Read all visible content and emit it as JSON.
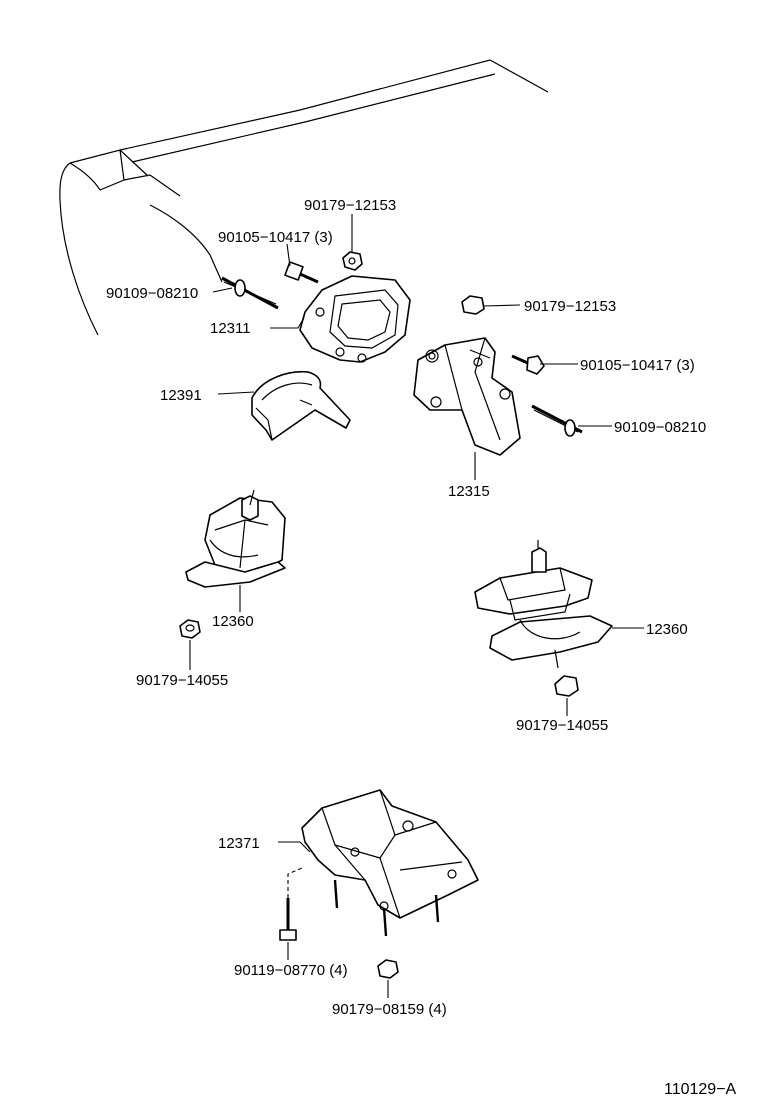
{
  "diagram": {
    "labels": {
      "p90179_12153_top": "90179−12153",
      "p90105_10417_left": "90105−10417 (3)",
      "p90109_08210_left": "90109−08210",
      "p12311": "12311",
      "p12391": "12391",
      "p90179_12153_right": "90179−12153",
      "p90105_10417_right": "90105−10417 (3)",
      "p90109_08210_right": "90109−08210",
      "p12315": "12315",
      "p12360_left": "12360",
      "p90179_14055_left": "90179−14055",
      "p12360_right": "12360",
      "p90179_14055_right": "90179−14055",
      "p12371": "12371",
      "p90119_08770": "90119−08770 (4)",
      "p90179_08159": "90179−08159 (4)",
      "figure_code": "110129−A"
    }
  }
}
